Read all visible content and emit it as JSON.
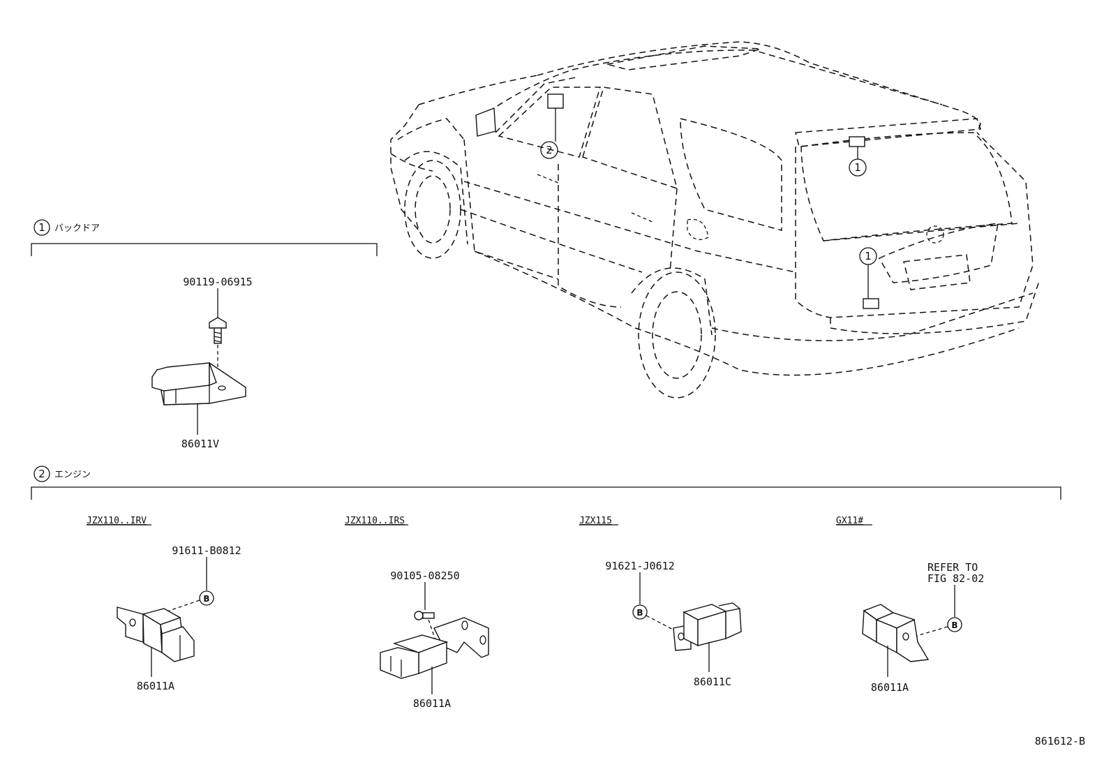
{
  "diagram": {
    "sections": [
      {
        "number": "1",
        "label": "バックドア"
      },
      {
        "number": "2",
        "label": "エンジン"
      }
    ],
    "callouts": {
      "engine": "2",
      "backdoor_upper": "1",
      "backdoor_lower": "1"
    },
    "backdoor_parts": {
      "bolt": "90119-06915",
      "relay": "86011V"
    },
    "variants": [
      {
        "name": "JZX110..IRV",
        "fastener": "91611-B0812",
        "marker": "B",
        "part": "86011A"
      },
      {
        "name": "JZX110..IRS",
        "fastener": "90105-08250",
        "part": "86011A"
      },
      {
        "name": "JZX115",
        "fastener": "91621-J0612",
        "marker": "B",
        "part": "86011C"
      },
      {
        "name": "GX11#",
        "refer_line1": "REFER TO",
        "refer_line2": "FIG 82-02",
        "marker": "B",
        "part": "86011A"
      }
    ],
    "figure_code": "861612-B"
  }
}
